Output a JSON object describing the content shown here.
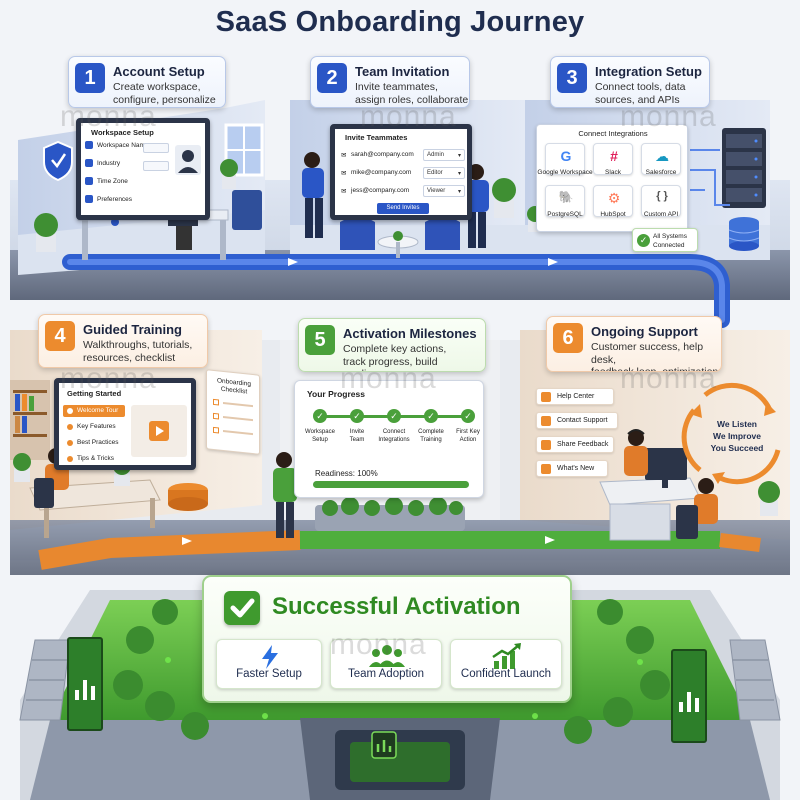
{
  "title": "SaaS Onboarding Journey",
  "watermark": "monna",
  "colors": {
    "blue": "#2a56c6",
    "orange": "#ec8b2e",
    "green": "#4aa03b",
    "navy": "#1f2d4f"
  },
  "steps": [
    {
      "number": "1",
      "title": "Account Setup",
      "description": "Create workspace,\nconfigure, personalize"
    },
    {
      "number": "2",
      "title": "Team Invitation",
      "description": "Invite teammates,\nassign roles, collaborate"
    },
    {
      "number": "3",
      "title": "Integration Setup",
      "description": "Connect tools, data\nsources, and APIs"
    },
    {
      "number": "4",
      "title": "Guided Training",
      "description": "Walkthroughs, tutorials,\nresources, checklist"
    },
    {
      "number": "5",
      "title": "Activation Milestones",
      "description": "Complete key actions,\ntrack progress, build readiness"
    },
    {
      "number": "6",
      "title": "Ongoing Support",
      "description": "Customer success, help desk,\nfeedback loop, optimization"
    }
  ],
  "workspace_setup": {
    "title": "Workspace Setup",
    "fields": [
      "Workspace Name",
      "Industry",
      "Time Zone",
      "Preferences"
    ]
  },
  "invite": {
    "title": "Invite Teammates",
    "rows": [
      {
        "email": "sarah@company.com",
        "role": "Admin"
      },
      {
        "email": "mike@company.com",
        "role": "Editor"
      },
      {
        "email": "jess@company.com",
        "role": "Viewer"
      }
    ],
    "button": "Send Invites"
  },
  "integrations": {
    "title": "Connect Integrations",
    "apps": [
      {
        "name": "Google Workspace",
        "icon": "google-icon",
        "glyph": "G",
        "color": "#4285f4"
      },
      {
        "name": "Slack",
        "icon": "slack-icon",
        "glyph": "#",
        "color": "#e01e5a"
      },
      {
        "name": "Salesforce",
        "icon": "salesforce-icon",
        "glyph": "☁",
        "color": "#1798c1"
      },
      {
        "name": "PostgreSQL",
        "icon": "postgresql-icon",
        "glyph": "🐘",
        "color": "#336791"
      },
      {
        "name": "HubSpot",
        "icon": "hubspot-icon",
        "glyph": "⚙",
        "color": "#ff7a59"
      },
      {
        "name": "Custom API",
        "icon": "code-icon",
        "glyph": "{ }",
        "color": "#555555"
      }
    ],
    "status_line1": "All Systems",
    "status_line2": "Connected"
  },
  "training": {
    "title": "Getting Started",
    "items": [
      "Welcome Tour",
      "Key Features",
      "Best Practices",
      "Tips & Tricks"
    ],
    "checklist_line1": "Onboarding",
    "checklist_line2": "Checklist"
  },
  "progress": {
    "title": "Your Progress",
    "milestones": [
      {
        "line1": "Workspace",
        "line2": "Setup"
      },
      {
        "line1": "Invite",
        "line2": "Team"
      },
      {
        "line1": "Connect",
        "line2": "Integrations"
      },
      {
        "line1": "Complete",
        "line2": "Training"
      },
      {
        "line1": "First Key",
        "line2": "Action"
      }
    ],
    "readiness_label": "Readiness: 100%",
    "readiness_fraction": 1.0
  },
  "support": {
    "items": [
      "Help Center",
      "Contact Support",
      "Share Feedback",
      "What's New"
    ],
    "loop_lines": [
      "We Listen",
      "We Improve",
      "You Succeed"
    ]
  },
  "success": {
    "title": "Successful Activation",
    "cards": [
      {
        "label": "Faster Setup",
        "icon": "lightning-icon"
      },
      {
        "label": "Team Adoption",
        "icon": "team-icon"
      },
      {
        "label": "Confident Launch",
        "icon": "growth-chart-icon"
      }
    ]
  }
}
